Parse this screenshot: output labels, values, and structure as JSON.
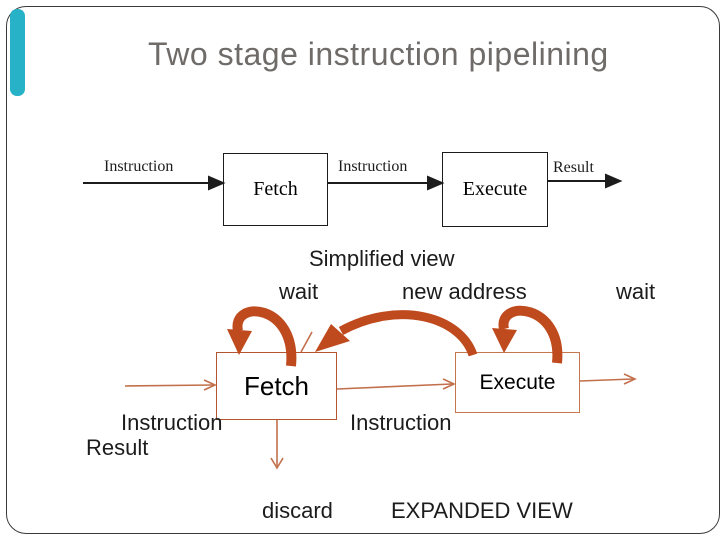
{
  "slide": {
    "title": "Two stage instruction pipelining",
    "simplified_caption": "Simplified view",
    "expanded_caption": "EXPANDED VIEW"
  },
  "simplified_diagram": {
    "input_label": "Instruction",
    "fetch_label": "Fetch",
    "between_label": "Instruction",
    "execute_label": "Execute",
    "output_label": "Result"
  },
  "expanded_diagram": {
    "wait_left_label": "wait",
    "new_address_label": "new address",
    "wait_right_label": "wait",
    "fetch_label": "Fetch",
    "execute_label": "Execute",
    "input_label": "Instruction",
    "result_label": "Result",
    "between_label": "Instruction",
    "discard_label": "discard"
  },
  "colors": {
    "accent_bar": "#28b2c8",
    "title": "#6e6b68",
    "ink": "#1c1c1c",
    "frame": "#3a3a3a",
    "thick_arrow": "#bf4a1d",
    "thin_arrow": "#c2704b",
    "fetch_border": "#b35531",
    "execute_border": "#c5784f"
  }
}
